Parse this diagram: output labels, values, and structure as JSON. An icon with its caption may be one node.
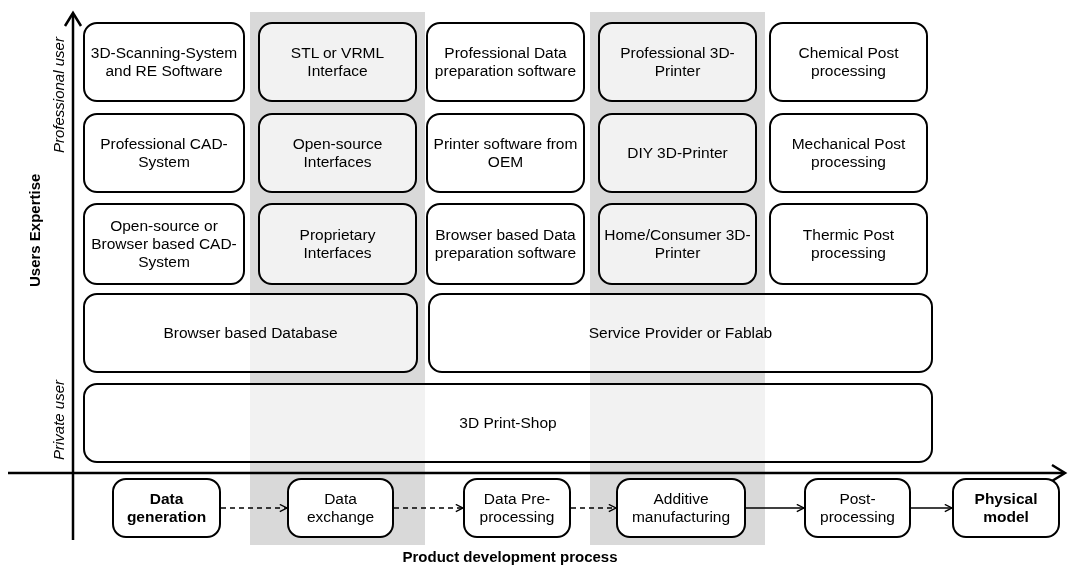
{
  "diagram": {
    "nodes": [
      {
        "text": [
          "3D-Scanning-System and RE Software"
        ]
      },
      {
        "text": [
          "STL or VRML Interface"
        ]
      },
      {
        "text": [
          "Professional Data preparation software"
        ]
      },
      {
        "text": [
          "Professional 3D-Printer"
        ]
      },
      {
        "text": [
          "Chemical Post processing"
        ]
      },
      {
        "text": [
          "Professional CAD-System"
        ]
      },
      {
        "text": [
          "Open-source Interfaces"
        ]
      },
      {
        "text": [
          "Printer software from OEM"
        ]
      },
      {
        "text": [
          "DIY 3D-Printer"
        ]
      },
      {
        "text": [
          "Mechanical Post processing"
        ]
      },
      {
        "text": [
          "Open-source or Browser based CAD-System"
        ]
      },
      {
        "text": [
          "Proprietary Interfaces"
        ]
      },
      {
        "text": [
          "Browser based Data preparation software"
        ]
      },
      {
        "text": [
          "Home/Consumer 3D-Printer"
        ]
      },
      {
        "text": [
          "Thermic Post processing"
        ]
      },
      {
        "text": [
          "Browser based Database"
        ]
      },
      {
        "text": [
          "Service Provider or Fablab"
        ]
      },
      {
        "text": [
          "3D Print-Shop"
        ]
      },
      {
        "text": [
          "Data generation"
        ]
      },
      {
        "text": [
          "Data exchange"
        ]
      },
      {
        "text": [
          "Data Pre-processing"
        ]
      },
      {
        "text": [
          "Additive manufacturing"
        ]
      },
      {
        "text": [
          "Post-processing"
        ]
      },
      {
        "text": [
          "Physical model"
        ]
      }
    ],
    "edges": [
      {
        "from": 18,
        "to": 19,
        "arrow": "to",
        "style": "dashed"
      },
      {
        "from": 19,
        "to": 20,
        "arrow": "to",
        "style": "dashed"
      },
      {
        "from": 20,
        "to": 21,
        "arrow": "to",
        "style": "dashed"
      },
      {
        "from": 21,
        "to": 22,
        "arrow": "to"
      },
      {
        "from": 22,
        "to": 23,
        "arrow": "to"
      }
    ],
    "labels": [
      "Professional user",
      "Users Expertise",
      "Private user",
      "Product development process"
    ]
  }
}
